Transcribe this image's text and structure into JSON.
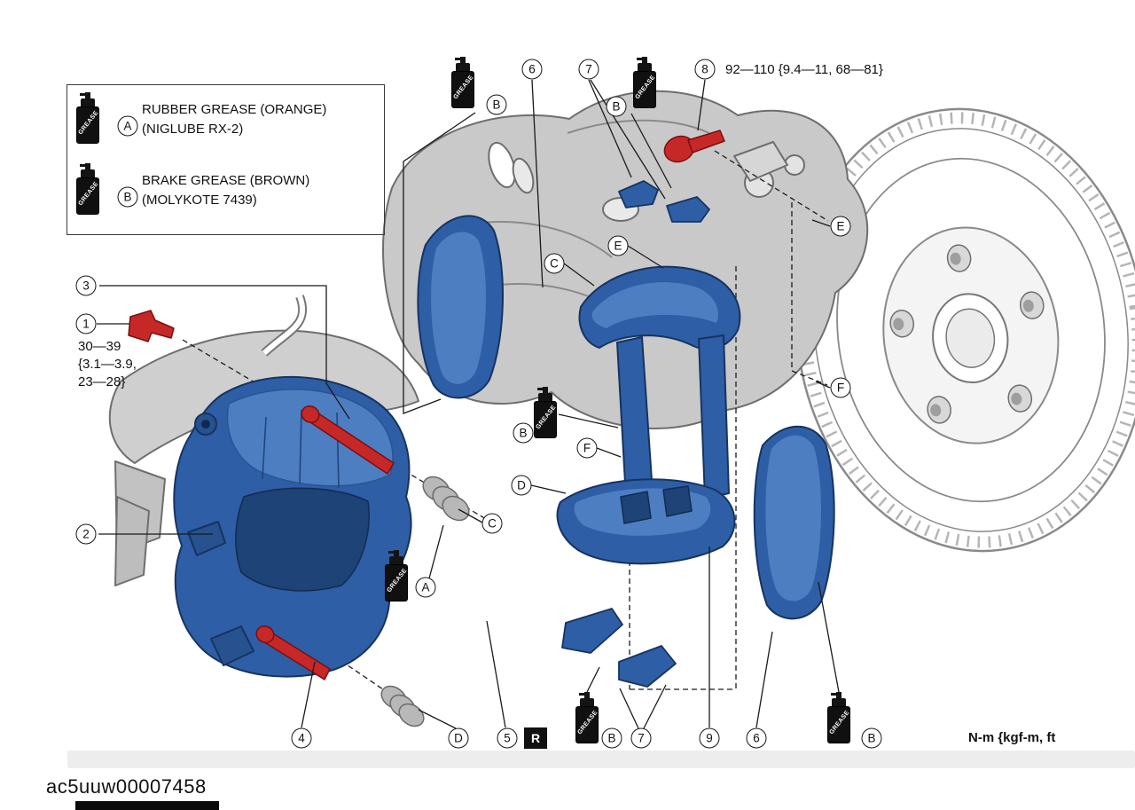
{
  "doc": {
    "figure_code": "ac5uuw00007458",
    "units_note": "N-m {kgf-m, ft",
    "restraint_marker": "R"
  },
  "icons": {
    "grease_can_label": "GREASE"
  },
  "colors": {
    "part_blue": "#2e5ea6",
    "part_blue_dark": "#1d4377",
    "part_blue_light": "#4d7ec2",
    "bolt_red": "#c62828"
  },
  "legend": {
    "a_key": "A",
    "a_line1": "RUBBER GREASE (ORANGE)",
    "a_line2": "(NIGLUBE RX-2)",
    "b_key": "B",
    "b_line1": "BRAKE GREASE (BROWN)",
    "b_line2": "(MOLYKOTE 7439)"
  },
  "torque": {
    "bolt8_spec": "92—110 {9.4—11, 68—81}",
    "bolt1_line1": "30—39",
    "bolt1_line2": "{3.1—3.9,",
    "bolt1_line3": "23—28}"
  },
  "callouts": {
    "n1": "1",
    "n2": "2",
    "n3": "3",
    "n4": "4",
    "n5": "5",
    "n6_top": "6",
    "n6_bottom": "6",
    "n7_top": "7",
    "n7_bottom": "7",
    "n8": "8",
    "n9": "9",
    "a_mid": "A",
    "b_top_left": "B",
    "b_top_right": "B",
    "b_mid": "B",
    "b_bottom_left": "B",
    "b_bottom_right": "B",
    "c_upper": "C",
    "c_lower": "C",
    "d_mid": "D",
    "d_bottom": "D",
    "e_mid": "E",
    "e_right": "E",
    "f_mid": "F",
    "f_right": "F"
  }
}
